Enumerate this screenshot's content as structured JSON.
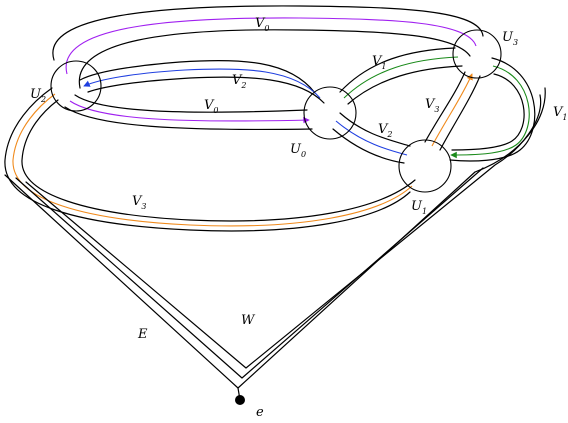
{
  "diagram": {
    "nodes": {
      "u0": {
        "base": "U",
        "sub": "0"
      },
      "u1": {
        "base": "U",
        "sub": "1"
      },
      "u2": {
        "base": "U",
        "sub": "2"
      },
      "u3": {
        "base": "U",
        "sub": "3"
      },
      "e": {
        "text": "e"
      }
    },
    "region_labels": {
      "v0_top": {
        "base": "V",
        "sub": "0"
      },
      "v0_mid": {
        "base": "V",
        "sub": "0"
      },
      "v1_a": {
        "base": "V",
        "sub": "1"
      },
      "v1_b": {
        "base": "V",
        "sub": "1"
      },
      "v2_top": {
        "base": "V",
        "sub": "2"
      },
      "v2_right": {
        "base": "V",
        "sub": "2"
      },
      "v3_bottom": {
        "base": "V",
        "sub": "3"
      },
      "v3_right": {
        "base": "V",
        "sub": "3"
      },
      "W": "W",
      "E": "E"
    },
    "colors": {
      "V0": "#a020f0",
      "V1": "#1a8a1a",
      "V2": "#1f3fe0",
      "V3": "#f08a1c",
      "ink": "#000000"
    }
  }
}
